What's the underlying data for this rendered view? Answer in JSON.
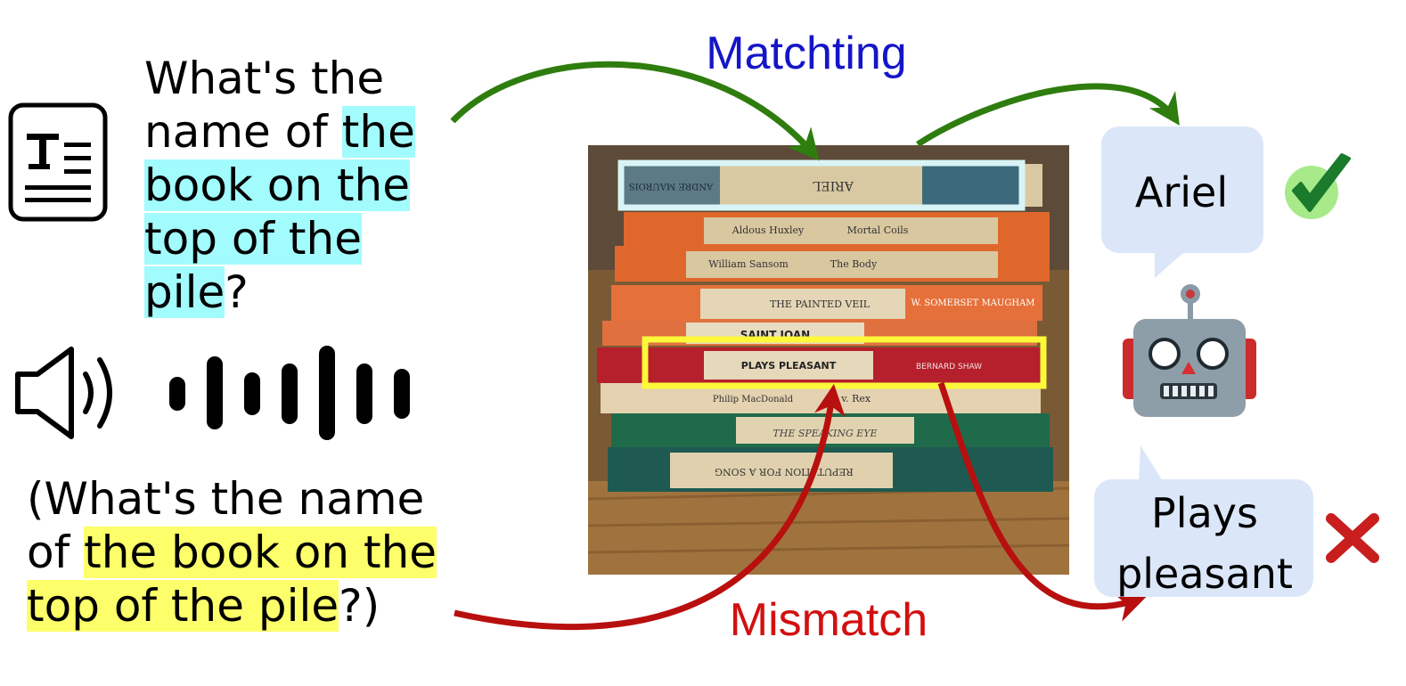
{
  "question_text": {
    "pre": "What's the name of ",
    "highlight": "the book on the top of the pile",
    "post": "?"
  },
  "audio_transcript": {
    "pre": "(What's the name of ",
    "highlight": "the book on the top of the pile",
    "post": "?)"
  },
  "labels": {
    "matching": "Matchting",
    "mismatch": "Mismatch"
  },
  "answers": {
    "correct": "Ariel",
    "wrong": "Plays pleasant"
  },
  "book_spines": [
    {
      "title": "ARIEL",
      "author": "ANDRE MAUROIS"
    },
    {
      "title": "Mortal Coils",
      "author": "Aldous Huxley"
    },
    {
      "title": "The Body",
      "author": "William Sansom"
    },
    {
      "title": "THE PAINTED VEIL",
      "author": "W. SOMERSET MAUGHAM"
    },
    {
      "title": "SAINT JOAN",
      "author": ""
    },
    {
      "title": "PLAYS PLEASANT",
      "author": "BERNARD SHAW"
    },
    {
      "title": "X v. Rex",
      "author": "Philip MacDonald"
    },
    {
      "title": "THE SPEAKING EYE",
      "author": ""
    },
    {
      "title": "REPUTATION FOR A SONG",
      "author": ""
    }
  ],
  "icons": [
    "text-document-icon",
    "speaker-icon",
    "audio-waveform-icon",
    "robot-icon",
    "checkmark-icon",
    "cross-icon"
  ],
  "colors": {
    "match_arrow": "#2e7d0e",
    "mismatch_arrow": "#b80f0f",
    "cyan_highlight": "#a2fbfc",
    "yellow_highlight": "#fdff6a",
    "bubble": "#dbe7f8",
    "match_label": "#1515c8",
    "mismatch_label": "#d21010"
  }
}
